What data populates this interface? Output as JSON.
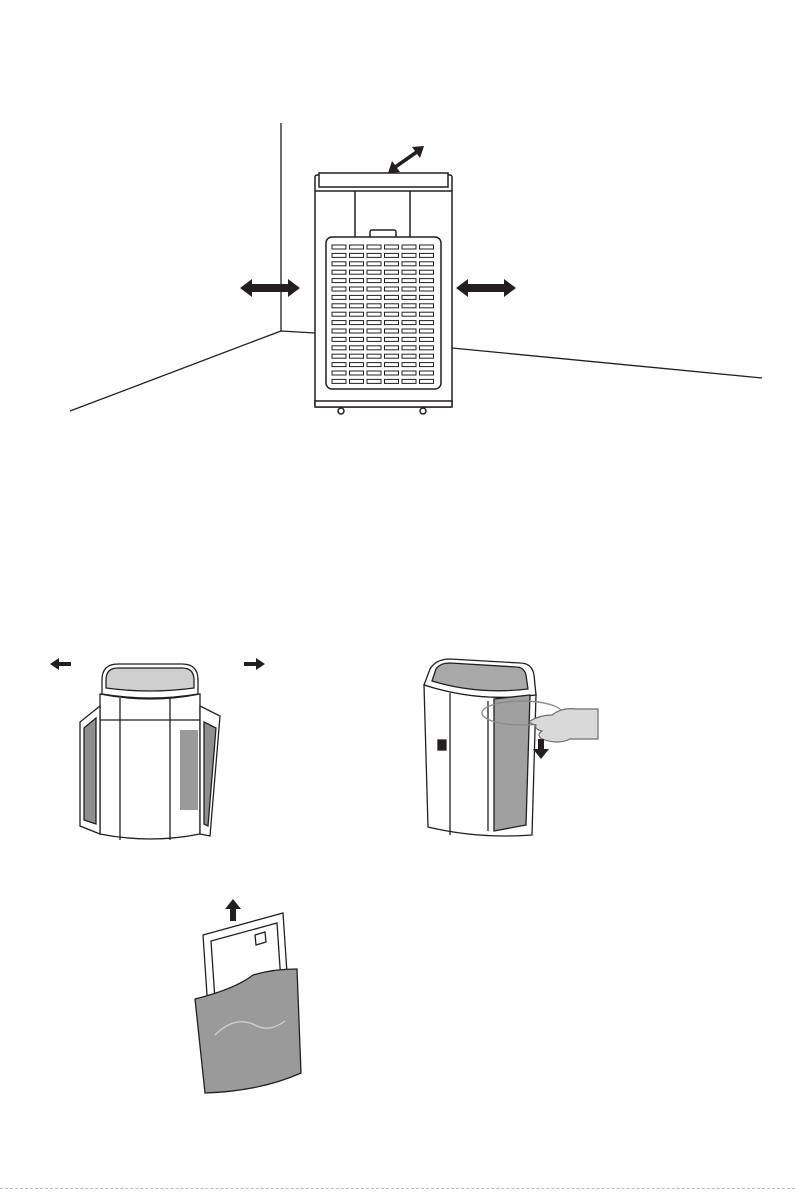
{
  "colors": {
    "ink": "#231f20",
    "fill_gray": "#9a9a9a",
    "light_gray": "#d9d9d9",
    "paper": "#ffffff"
  },
  "figures": [
    {
      "id": "placement-clearance",
      "icon": "air-purifier-corner-clearance"
    },
    {
      "id": "open-side-covers",
      "icon": "air-purifier-side-panels-open"
    },
    {
      "id": "release-front-panel",
      "icon": "hand-pressing-latch"
    },
    {
      "id": "remove-filter-bag",
      "icon": "filter-into-bag"
    }
  ]
}
